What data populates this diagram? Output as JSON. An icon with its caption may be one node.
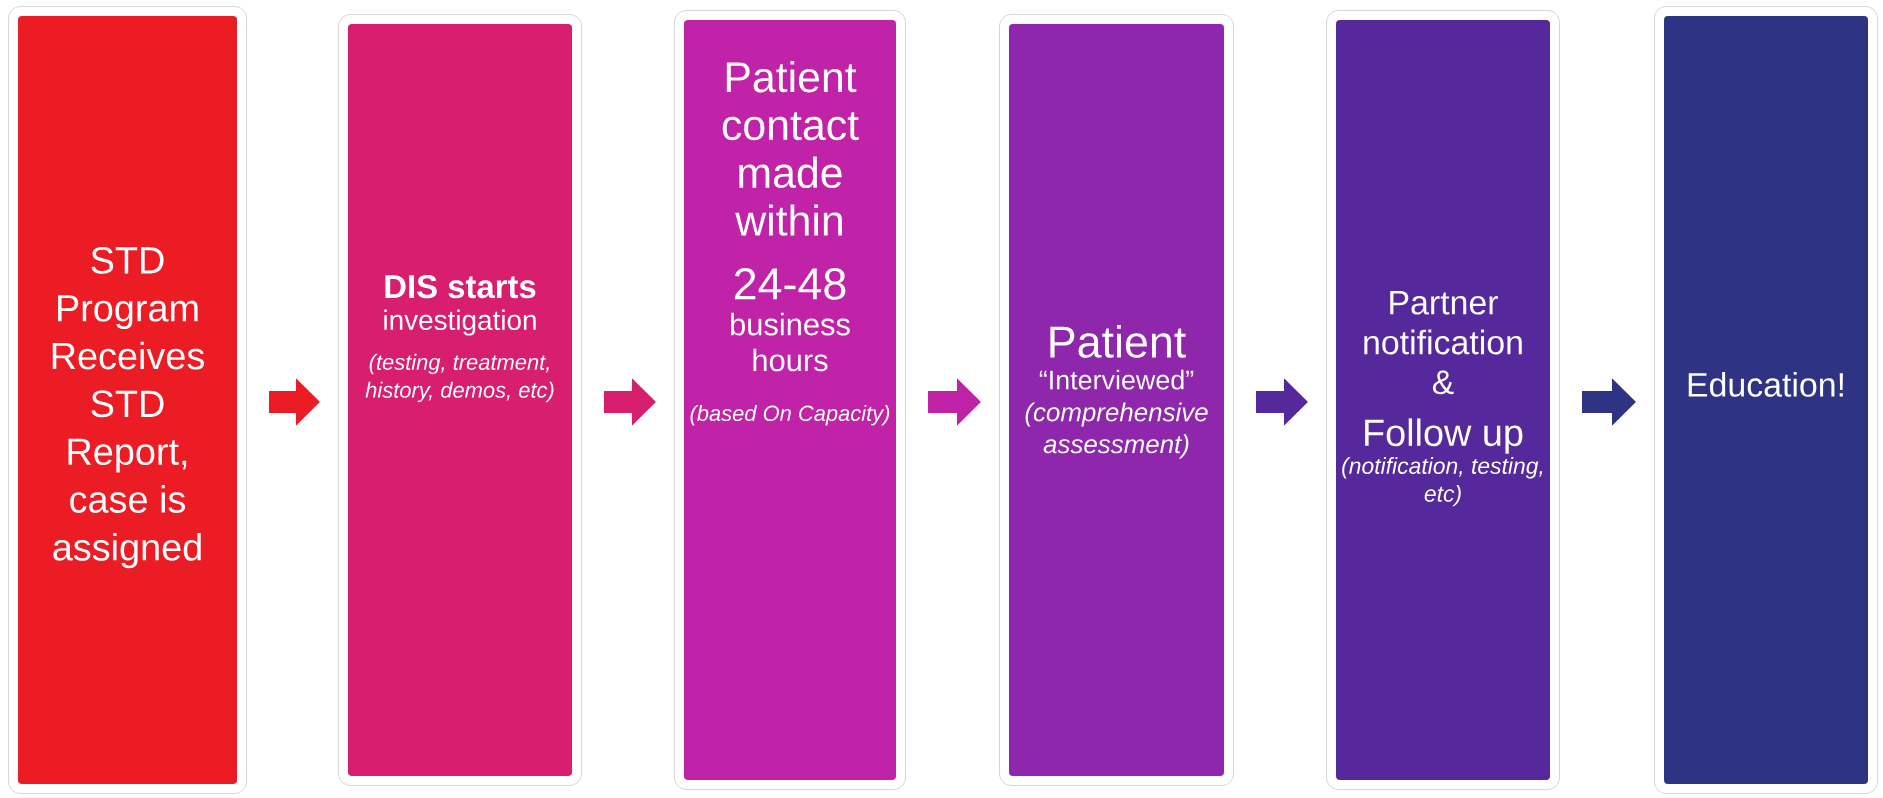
{
  "diagram": {
    "nodes": [
      {
        "text": [
          "STD Program Receives STD Report, case is assigned"
        ]
      },
      {
        "text": [
          "DIS starts",
          "investigation",
          "(testing, treatment, history, demos, etc)"
        ]
      },
      {
        "text": [
          "Patient contact made within",
          "24-48",
          "business hours",
          "(based On Capacity)"
        ]
      },
      {
        "text": [
          "Patient",
          "“Interviewed”",
          "(comprehensive assessment)"
        ]
      },
      {
        "text": [
          "Partner notification",
          "&",
          "Follow up",
          "(notification, testing, etc)"
        ]
      },
      {
        "text": [
          "Education!"
        ]
      }
    ],
    "edges": [
      {
        "from": 0,
        "to": 1,
        "arrow": "to",
        "color": "#ec1c24"
      },
      {
        "from": 1,
        "to": 2,
        "arrow": "to",
        "color": "#d81e6f"
      },
      {
        "from": 2,
        "to": 3,
        "arrow": "to",
        "color": "#c023a8"
      },
      {
        "from": 3,
        "to": 4,
        "arrow": "to",
        "color": "#55299b"
      },
      {
        "from": 4,
        "to": 5,
        "arrow": "to",
        "color": "#2e3384"
      }
    ]
  }
}
